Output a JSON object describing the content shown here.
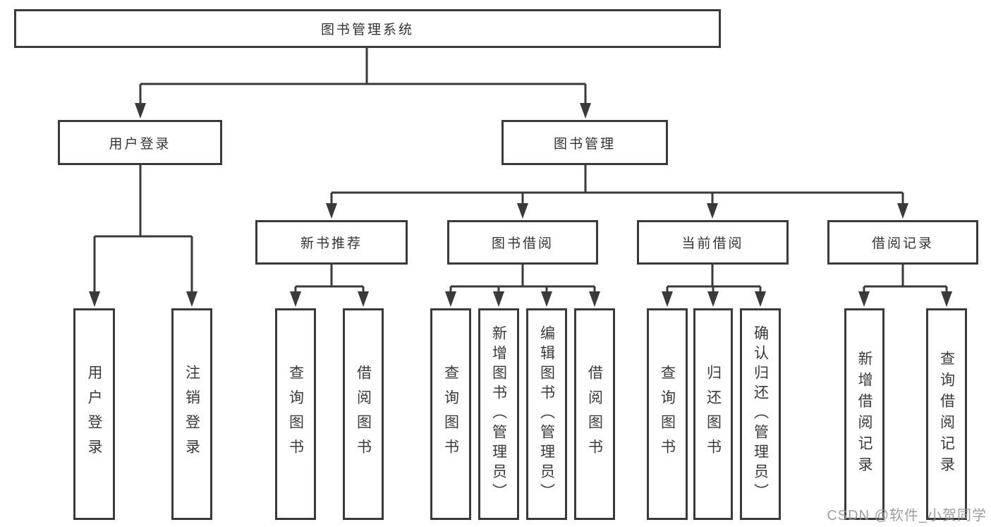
{
  "diagram": {
    "root": "图书管理系统",
    "branches": [
      {
        "label": "用户登录",
        "children": [
          {
            "label": "用户登录"
          },
          {
            "label": "注销登录"
          }
        ]
      },
      {
        "label": "图书管理",
        "sections": [
          {
            "label": "新书推荐",
            "children": [
              {
                "label": "查询图书"
              },
              {
                "label": "借阅图书"
              }
            ]
          },
          {
            "label": "图书借阅",
            "children": [
              {
                "label": "查询图书"
              },
              {
                "label": "新增图书（管理员）"
              },
              {
                "label": "编辑图书（管理员）"
              },
              {
                "label": "借阅图书"
              }
            ]
          },
          {
            "label": "当前借阅",
            "children": [
              {
                "label": "查询图书"
              },
              {
                "label": "归还图书"
              },
              {
                "label": "确认归还（管理员）"
              }
            ]
          },
          {
            "label": "借阅记录",
            "children": [
              {
                "label": "新增借阅记录"
              },
              {
                "label": "查询借阅记录"
              }
            ]
          }
        ]
      }
    ]
  },
  "colors": {
    "line": "#3a3a3a",
    "text": "#333333",
    "background": "#ffffff",
    "watermark": "#969696"
  },
  "watermark": {
    "text": "CSDN @软件_小贺同学"
  }
}
